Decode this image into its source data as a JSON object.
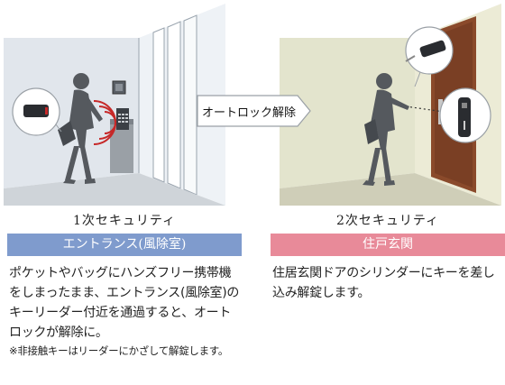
{
  "arrow_label": "オートロック解除",
  "left": {
    "level_title": "1次セキュリティ",
    "place": "エントランス(風除室)",
    "description": "ポケットやバッグにハンズフリー携帯機をしまったまま、エントランス(風除室)のキーリーダー付近を通過すると、オートロックが解除に。",
    "note": "※非接触キーはリーダーにかざして解錠します。"
  },
  "right": {
    "level_title": "2次セキュリティ",
    "place": "住戸玄関",
    "description": "住居玄関ドアのシリンダーにキーを差し込み解錠します。"
  },
  "colors": {
    "entrance_bar": "#7f9bcd",
    "door_bar": "#e88a99"
  }
}
